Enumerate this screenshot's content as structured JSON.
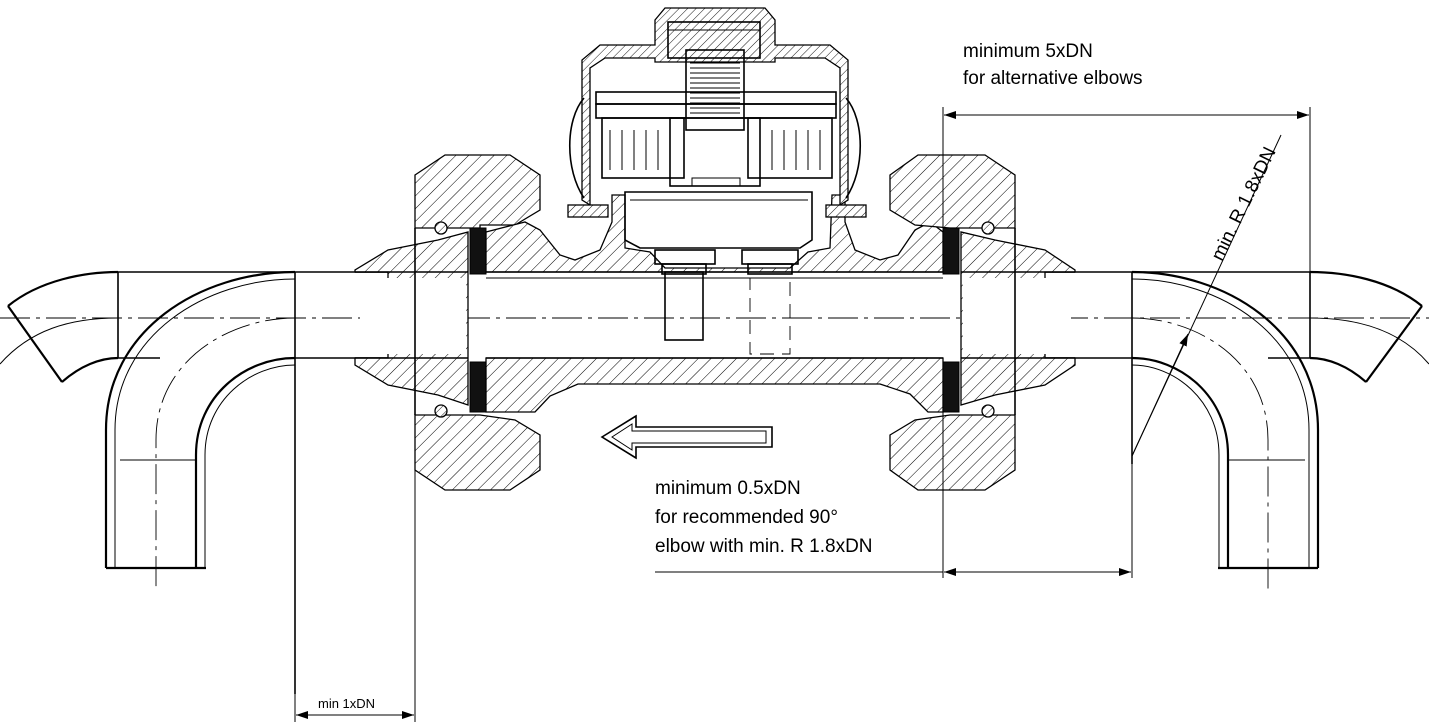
{
  "annotations": {
    "alt_elbows_line1": "minimum 5xDN",
    "alt_elbows_line2": "for alternative elbows",
    "recommended_line1": "minimum 0.5xDN",
    "recommended_line2": "for recommended 90°",
    "recommended_line3": "elbow with min. R 1.8xDN",
    "radius_label": "min. R 1.8xDN",
    "upstream_min": "min 1xDN"
  }
}
